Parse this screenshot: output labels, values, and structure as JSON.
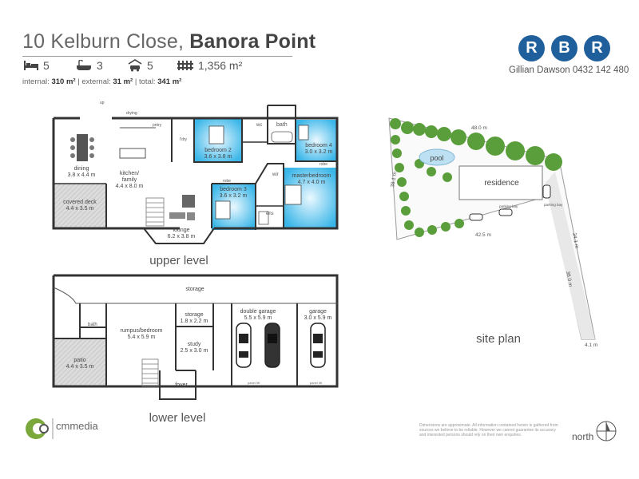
{
  "header": {
    "title_light": "10 Kelburn Close, ",
    "title_bold": "Banora Point",
    "bedrooms": "5",
    "bathrooms": "3",
    "car_spaces": "5",
    "land_size": "1,356 m²",
    "areas": {
      "internal_label": "internal:",
      "internal_value": "310 m²",
      "external_label": "external:",
      "external_value": "31 m²",
      "total_label": "total:",
      "total_value": "341 m²",
      "separator": "|"
    }
  },
  "agency": {
    "logo_letters": [
      "R",
      "B",
      "R"
    ],
    "agent_line": "Gillian Dawson 0432 142 480",
    "brand_color": "#1f5f9c"
  },
  "upper_level": {
    "label": "upper level",
    "rooms": [
      {
        "name": "dining",
        "dims": "3.8 x 4.4 m"
      },
      {
        "name": "kitchen/",
        "name2": "family",
        "dims": "4.4 x 8.0 m"
      },
      {
        "name": "covered deck",
        "dims": "4.4 x 3.5 m"
      },
      {
        "name": "lounge",
        "dims": "6.2 x 3.8 m"
      },
      {
        "name": "bedroom 2",
        "dims": "3.6 x 3.8 m"
      },
      {
        "name": "bedroom 3",
        "dims": "3.6 x 3.2 m"
      },
      {
        "name": "bedroom 4",
        "dims": "3.0 x 3.2 m"
      },
      {
        "name": "masterbedroom",
        "dims": "4.7 x 4.0 m"
      }
    ],
    "small_labels": {
      "up": "up",
      "drying": "drying",
      "pantry": "pntry",
      "laundry": "l'dry",
      "robe": "robe",
      "wc": "wc",
      "bath": "bath",
      "wir": "wir",
      "ens": "ens"
    }
  },
  "lower_level": {
    "label": "lower level",
    "storage_label": "storage",
    "rooms": [
      {
        "name": "rumpus/bedroom",
        "dims": "5.4 x 5.9 m"
      },
      {
        "name": "storage",
        "dims": "1.8 x 2.2 m"
      },
      {
        "name": "study",
        "dims": "2.5 x 3.0 m"
      },
      {
        "name": "double garage",
        "dims": "5.5 x 5.9 m"
      },
      {
        "name": "garage",
        "dims": "3.0 x 5.9 m"
      },
      {
        "name": "patio",
        "dims": "4.4 x 3.5 m"
      }
    ],
    "small_labels": {
      "bath": "bath",
      "foyer": "foyer",
      "panel_lift_1": "panel lift",
      "panel_lift_2": "panel lift"
    }
  },
  "site_plan": {
    "label": "site plan",
    "residence": "residence",
    "pool": "pool",
    "parking_bay_1": "parking bay",
    "parking_bay_2": "parking bay",
    "dims": {
      "top": "48.0 m",
      "left": "38.1 m",
      "middle": "42.5 m",
      "right_upper": "34.1 m",
      "right_lower": "38.0 m",
      "bottom": "4.1 m"
    }
  },
  "footer": {
    "logo_text": "cmmedia",
    "disclaimer": "Dimensions are approximate. All information contained herein is gathered from sources we believe to be reliable. However we cannot guarantee its accuracy and interested persons should rely on their own enquiries.",
    "north_label": "north"
  }
}
